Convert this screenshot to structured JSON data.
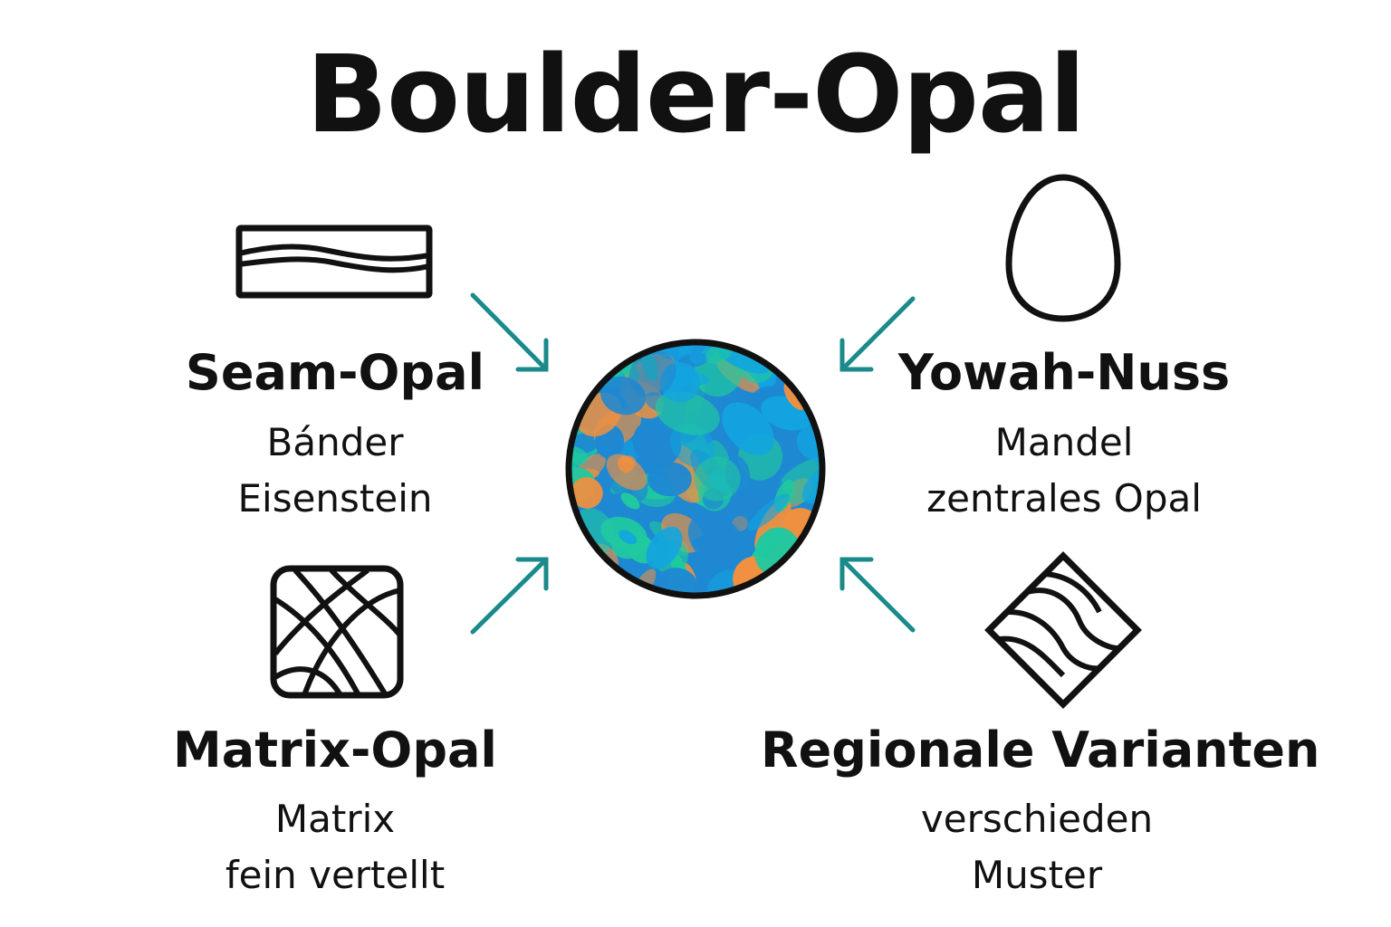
{
  "title": "Boulder-Opal",
  "accent_color": "#1a8a8a",
  "center": {
    "icon": "opal-stone-icon",
    "colors": [
      "#1e88d2",
      "#20c9a0",
      "#f09040",
      "#12a4e0"
    ]
  },
  "types": [
    {
      "icon": "seam-band-icon",
      "label": "Seam-Opal",
      "lines": [
        "Bánder",
        "Eisenstein"
      ]
    },
    {
      "icon": "nut-egg-icon",
      "label": "Yowah-Nuss",
      "lines": [
        "Mandel",
        "zentrales Opal"
      ]
    },
    {
      "icon": "matrix-grid-icon",
      "label": "Matrix-Opal",
      "lines": [
        "Matrix",
        "fein vertellt"
      ]
    },
    {
      "icon": "diamond-pattern-icon",
      "label": "Regionale Varianten",
      "lines": [
        "verschieden",
        "Muster"
      ]
    }
  ]
}
